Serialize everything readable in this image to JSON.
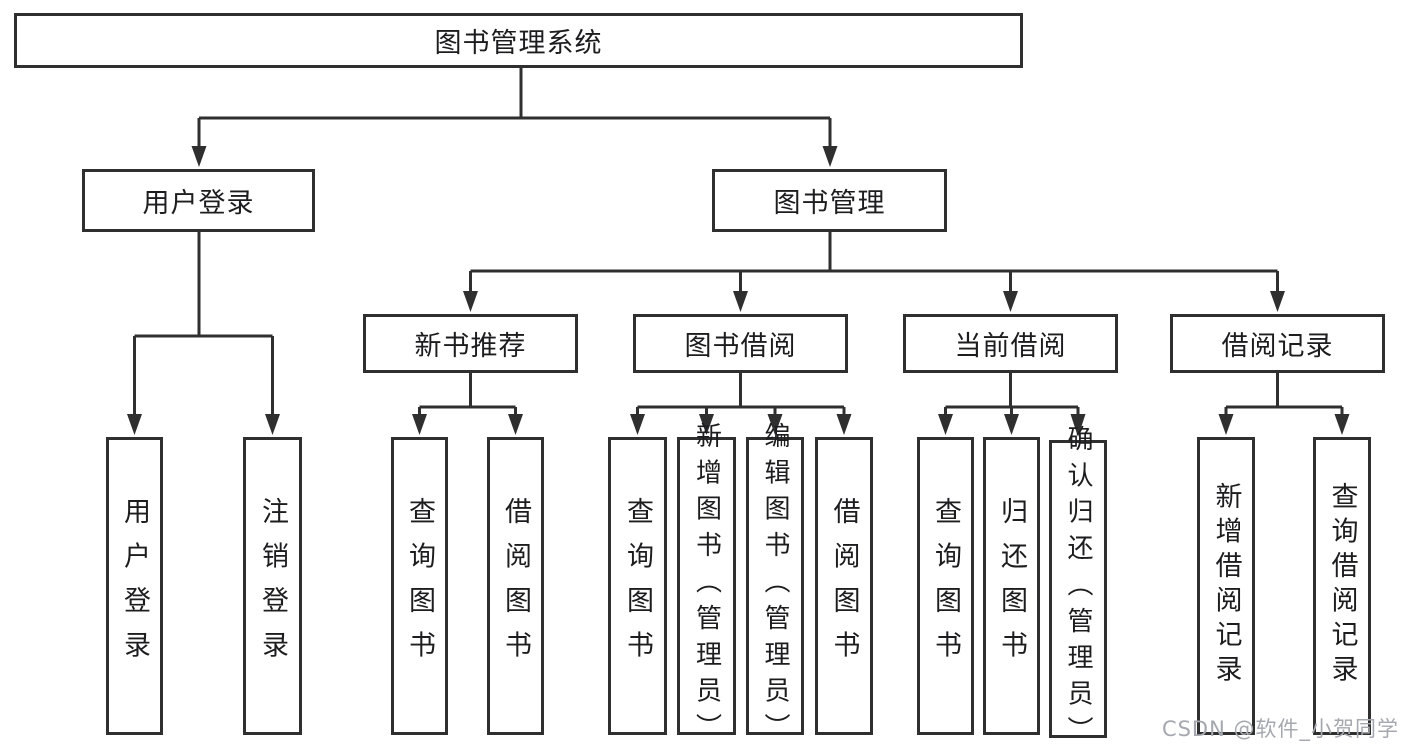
{
  "diagram": {
    "root": {
      "label": "图书管理系统"
    },
    "level2": [
      {
        "label": "用户登录"
      },
      {
        "label": "图书管理"
      }
    ],
    "level3": [
      {
        "label": "新书推荐"
      },
      {
        "label": "图书借阅"
      },
      {
        "label": "当前借阅"
      },
      {
        "label": "借阅记录"
      }
    ],
    "leaves": {
      "login": [
        {
          "label": "用户登录"
        },
        {
          "label": "注销登录"
        }
      ],
      "newbook": [
        {
          "label": "查询图书"
        },
        {
          "label": "借阅图书"
        }
      ],
      "borrow": [
        {
          "label": "查询图书"
        },
        {
          "label": "新增图书（管理员）"
        },
        {
          "label": "编辑图书（管理员）"
        },
        {
          "label": "借阅图书"
        }
      ],
      "current": [
        {
          "label": "查询图书"
        },
        {
          "label": "归还图书"
        },
        {
          "label": "确认归还（管理员）"
        }
      ],
      "records": [
        {
          "label": "新增借阅记录"
        },
        {
          "label": "查询借阅记录"
        }
      ]
    }
  },
  "watermark": {
    "text": "CSDN @软件_小贺同学"
  },
  "colors": {
    "line": "#2f2f2f",
    "text": "#1d1d1f",
    "background": "#ffffff",
    "watermark": "#a5a8af"
  }
}
